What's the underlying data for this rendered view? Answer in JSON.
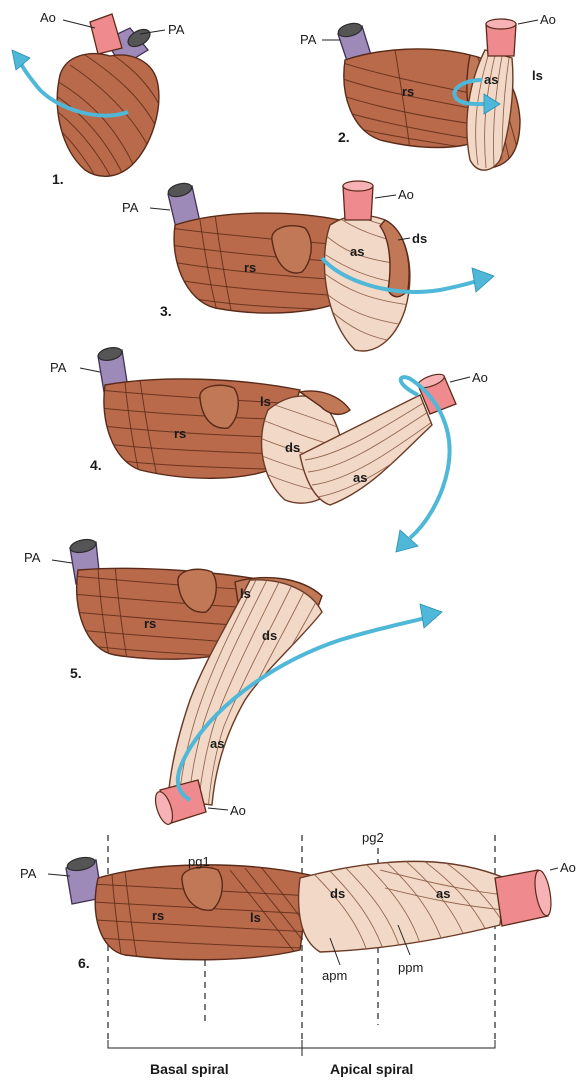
{
  "panels": [
    {
      "number": "1.",
      "labels": {
        "ao": "Ao",
        "pa": "PA"
      }
    },
    {
      "number": "2.",
      "labels": {
        "pa": "PA",
        "ao": "Ao",
        "rs": "rs",
        "as": "as",
        "ls": "ls"
      }
    },
    {
      "number": "3.",
      "labels": {
        "pa": "PA",
        "ao": "Ao",
        "rs": "rs",
        "as": "as",
        "ds": "ds"
      }
    },
    {
      "number": "4.",
      "labels": {
        "pa": "PA",
        "ao": "Ao",
        "rs": "rs",
        "ls": "ls",
        "ds": "ds",
        "as": "as"
      }
    },
    {
      "number": "5.",
      "labels": {
        "pa": "PA",
        "ao": "Ao",
        "rs": "rs",
        "ls": "ls",
        "ds": "ds",
        "as": "as"
      }
    },
    {
      "number": "6.",
      "labels": {
        "pa": "PA",
        "ao": "Ao",
        "rs": "rs",
        "ls": "ls",
        "ds": "ds",
        "as": "as",
        "pg1": "pg1",
        "pg2": "pg2",
        "apm": "apm",
        "ppm": "ppm"
      }
    }
  ],
  "brackets": {
    "basal": "Basal spiral",
    "apical": "Apical spiral"
  },
  "colors": {
    "muscle": "#b86a4b",
    "muscle_pale": "#f2d9c7",
    "aorta": "#ef8a8f",
    "pulmonary_artery": "#9e8ab8",
    "arrow": "#4fb7d8"
  }
}
